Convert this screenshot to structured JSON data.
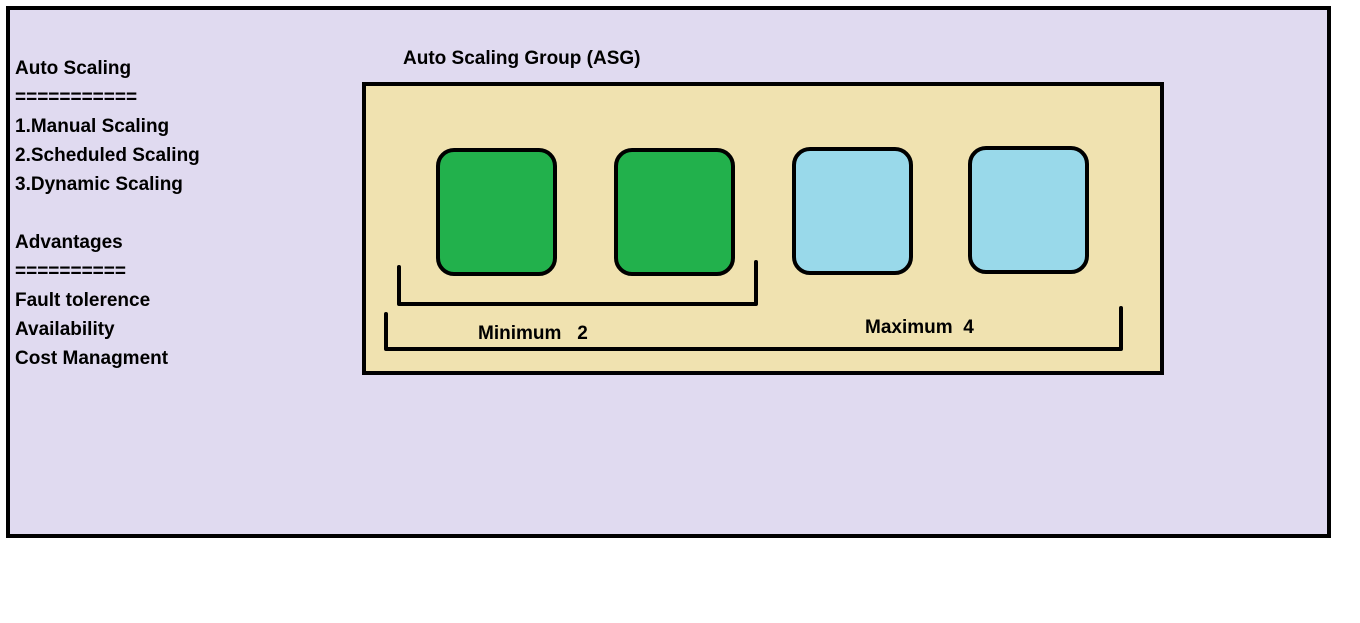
{
  "notes": {
    "title": "Auto Scaling",
    "title_rule": "===========",
    "items": [
      "1.Manual Scaling",
      "2.Scheduled Scaling",
      "3.Dynamic Scaling"
    ],
    "advantages_title": "Advantages",
    "advantages_rule": "==========",
    "advantages": [
      "Fault tolerence",
      "Availability",
      "Cost Managment"
    ]
  },
  "asg": {
    "title": "Auto Scaling Group (ASG)",
    "minimum_label": "Minimum   2",
    "maximum_label": "Maximum  4",
    "minimum": 2,
    "maximum": 4,
    "instances": [
      {
        "state": "running",
        "color": "#22b14c"
      },
      {
        "state": "running",
        "color": "#22b14c"
      },
      {
        "state": "idle",
        "color": "#99d9ea"
      },
      {
        "state": "idle",
        "color": "#99d9ea"
      }
    ]
  },
  "colors": {
    "background": "#e0daf0",
    "asg_fill": "#f0e2b0",
    "running": "#22b14c",
    "idle": "#99d9ea"
  }
}
